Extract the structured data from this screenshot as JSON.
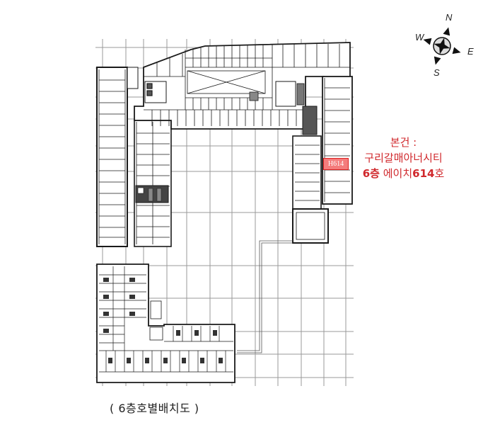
{
  "compass": {
    "north": "N",
    "south": "S",
    "east": "E",
    "west": "W"
  },
  "unit_tag": {
    "label": "H614",
    "fill_color": "#f47c7c",
    "border_color": "#dd2222"
  },
  "subject_label": {
    "line1": "본건 :",
    "line2": "구리갈매아너시티",
    "line3_floor": "6층",
    "line3_mid": " 에이치",
    "line3_unit": "614",
    "line3_suffix": "호",
    "color": "#d0282c"
  },
  "caption": {
    "text": "( 6층호별배치도 )"
  },
  "floor_plan": {
    "grid_x": [
      145,
      178,
      203,
      236,
      264,
      297,
      328,
      361,
      393,
      426,
      458,
      489
    ],
    "grid_y": [
      67,
      96,
      137,
      168,
      206,
      242,
      272,
      300,
      338,
      375,
      421,
      468,
      500,
      533
    ]
  }
}
